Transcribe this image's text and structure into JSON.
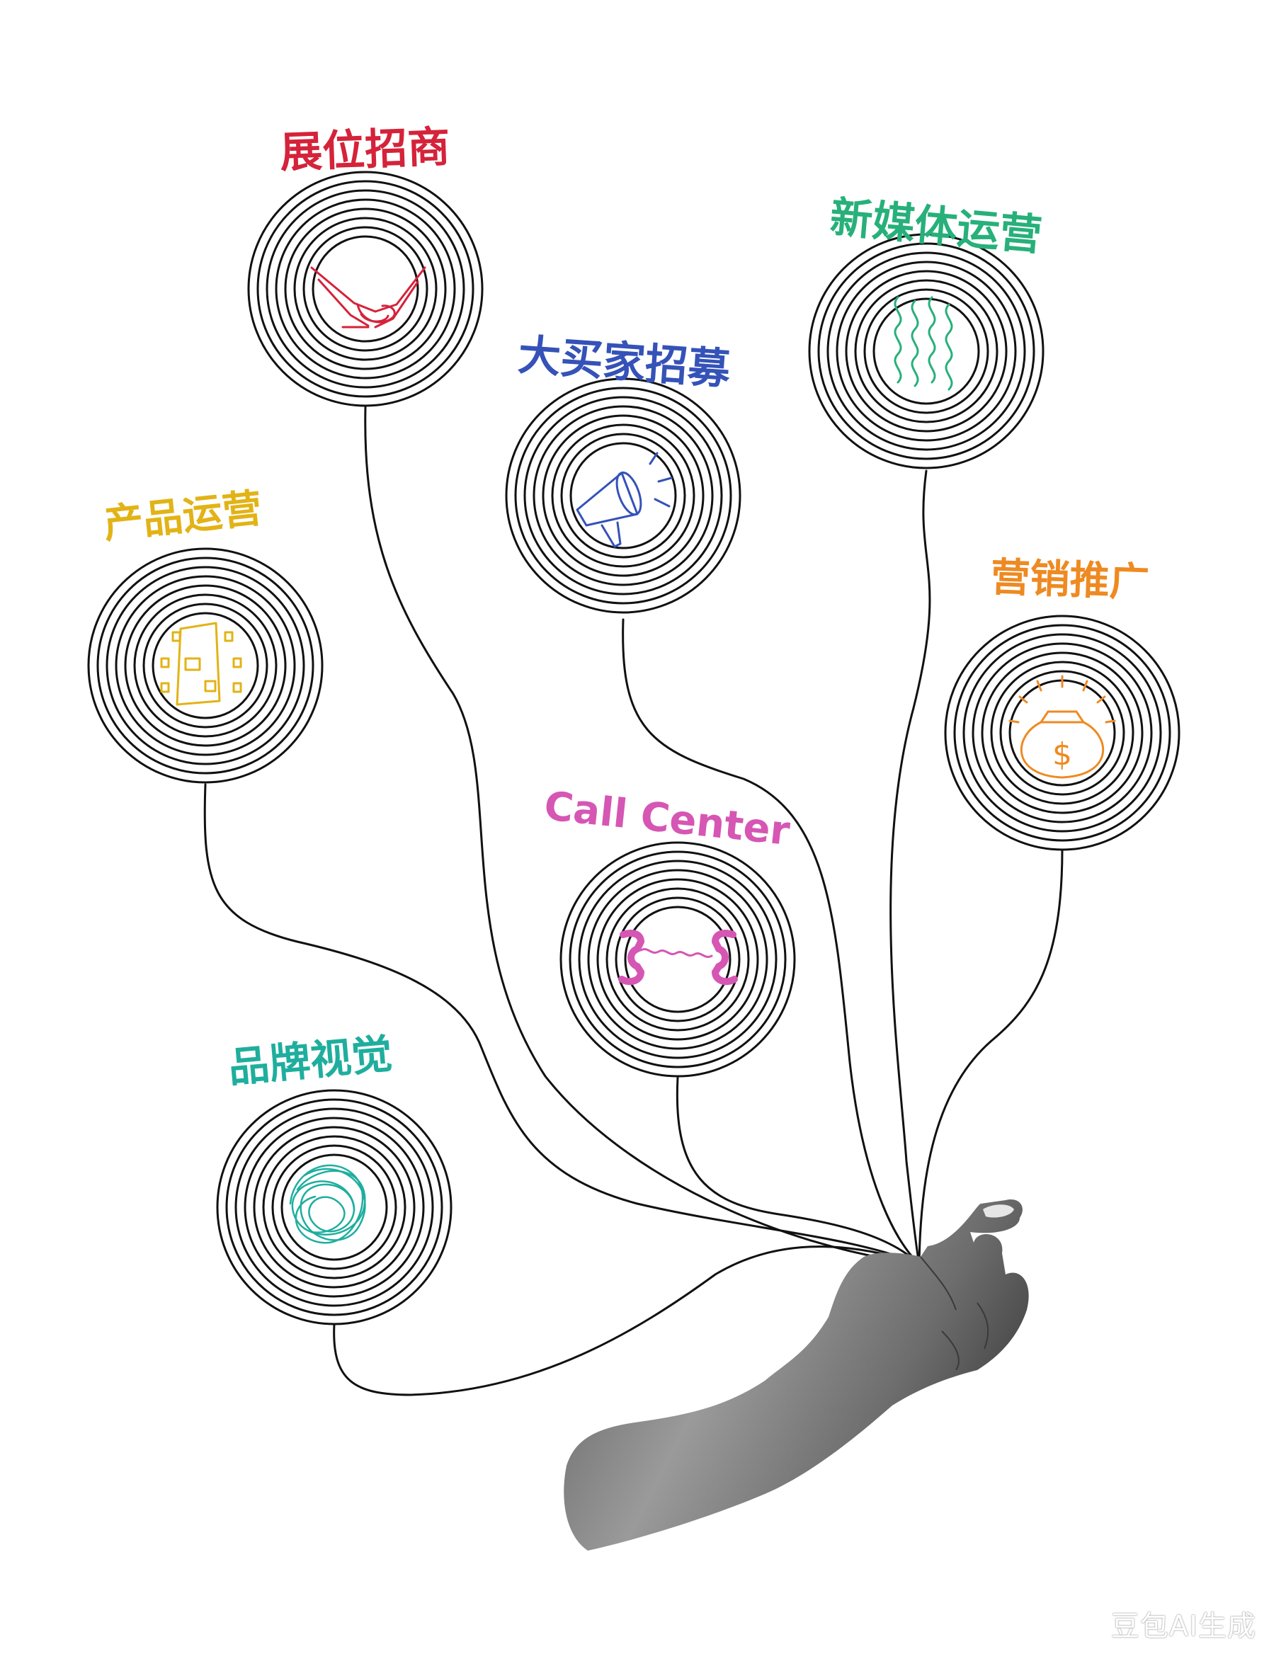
{
  "nodes": [
    {
      "id": "booth",
      "label": "展位招商",
      "color": "#d4233a",
      "icon": "handshake-icon"
    },
    {
      "id": "buyer",
      "label": "大买家招募",
      "color": "#3552b8",
      "icon": "megaphone-icon"
    },
    {
      "id": "media",
      "label": "新媒体运营",
      "color": "#27b07a",
      "icon": "wavy-lines-icon"
    },
    {
      "id": "product",
      "label": "产品运营",
      "color": "#e2b316",
      "icon": "product-layout-icon"
    },
    {
      "id": "marketing",
      "label": "营销推广",
      "color": "#ee8a22",
      "icon": "money-bag-icon"
    },
    {
      "id": "callcenter",
      "label": "Call Center",
      "color": "#d656b4",
      "icon": "telephone-icon"
    },
    {
      "id": "brand",
      "label": "品牌视觉",
      "color": "#1fae9e",
      "icon": "scribble-icon"
    }
  ],
  "watermark": "豆包AI生成"
}
